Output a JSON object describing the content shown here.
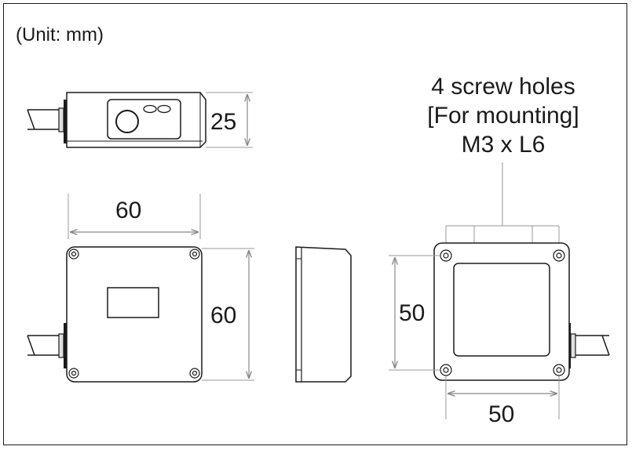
{
  "unit_note": "(Unit: mm)",
  "dimensions": {
    "top_view_height": "25",
    "front_width": "60",
    "front_height": "60",
    "rear_mount_height": "50",
    "rear_mount_width": "50"
  },
  "screw_note": {
    "line1": "4 screw holes",
    "line2": "[For mounting]",
    "line3": "M3 x L6"
  }
}
